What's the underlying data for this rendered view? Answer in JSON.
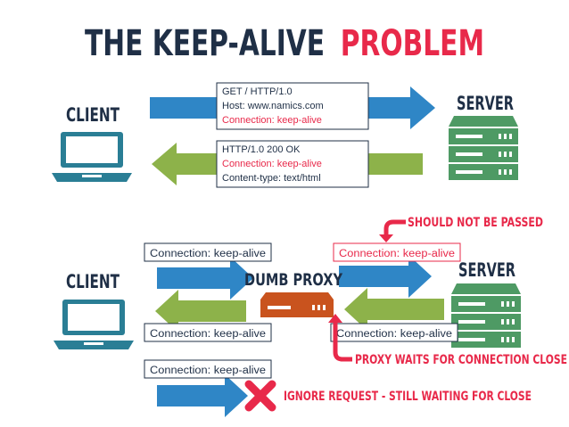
{
  "title": {
    "part1": "THE KEEP-ALIVE",
    "part2": "PROBLEM"
  },
  "colors": {
    "navy": "#1f2f46",
    "red": "#e8294a",
    "blue_arrow": "#2f86c6",
    "green_arrow": "#8db24a",
    "teal_icon": "#2a7e95",
    "server_green": "#4e9a64",
    "proxy_orange": "#c9531e"
  },
  "top": {
    "client_label": "CLIENT",
    "server_label": "SERVER",
    "request_box": {
      "line1": "GET / HTTP/1.0",
      "line2": "Host: www.namics.com",
      "line3": "Connection: keep-alive"
    },
    "response_box": {
      "line1": "HTTP/1.0 200 OK",
      "line2": "Connection: keep-alive",
      "line3": "Content-type: text/html"
    }
  },
  "bottom": {
    "client_label": "CLIENT",
    "server_label": "SERVER",
    "proxy_label": "DUMB PROXY",
    "box_client_request": "Connection: keep-alive",
    "box_proxy_forward": "Connection: keep-alive",
    "box_server_response": "Connection: keep-alive",
    "box_proxy_response": "Connection: keep-alive",
    "box_second_request": "Connection: keep-alive",
    "note_should_not": "SHOULD NOT BE PASSED",
    "note_proxy_waits": "PROXY WAITS FOR CONNECTION CLOSE",
    "note_ignore": "IGNORE REQUEST - STILL WAITING FOR CLOSE"
  },
  "icons": {
    "laptop": "laptop-icon",
    "server": "server-icon",
    "proxy": "proxy-device-icon",
    "cross": "x-mark-icon"
  }
}
